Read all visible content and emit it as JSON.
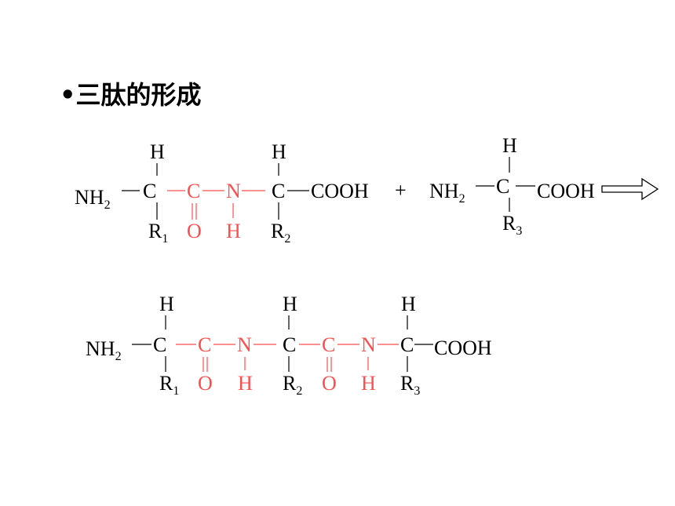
{
  "title": "•三肽的形成",
  "atoms": {
    "H": "H",
    "C": "C",
    "N": "N",
    "O": "O",
    "NH": "NH",
    "R": "R",
    "COOH": "COOH",
    "sub2": "2",
    "sub1": "1",
    "sub3": "3"
  },
  "plus": "+",
  "colors": {
    "peptide_bond": "#ff4d4d",
    "text": "#000000"
  }
}
